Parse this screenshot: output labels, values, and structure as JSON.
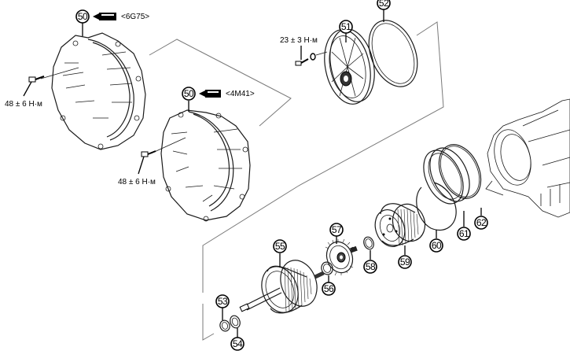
{
  "diagram": {
    "type": "exploded-view",
    "callouts": {
      "c50a": "50",
      "c50b": "50",
      "c51": "51",
      "c52": "52",
      "c53": "53",
      "c54": "54",
      "c55": "55",
      "c56": "56",
      "c57": "57",
      "c58": "58",
      "c59": "59",
      "c60": "60",
      "c61": "61",
      "c62": "62"
    },
    "sealant_labels": {
      "top": "<6G75>",
      "middle": "<4M41>"
    },
    "torque_labels": {
      "housing_a": "48 ± 6 Н·м",
      "housing_b": "48 ± 6 Н·м",
      "cover": "23 ± 3 Н·м"
    },
    "icons": {
      "sealant_tube": "sealant-tube-icon",
      "bolt": "bolt-icon"
    }
  }
}
